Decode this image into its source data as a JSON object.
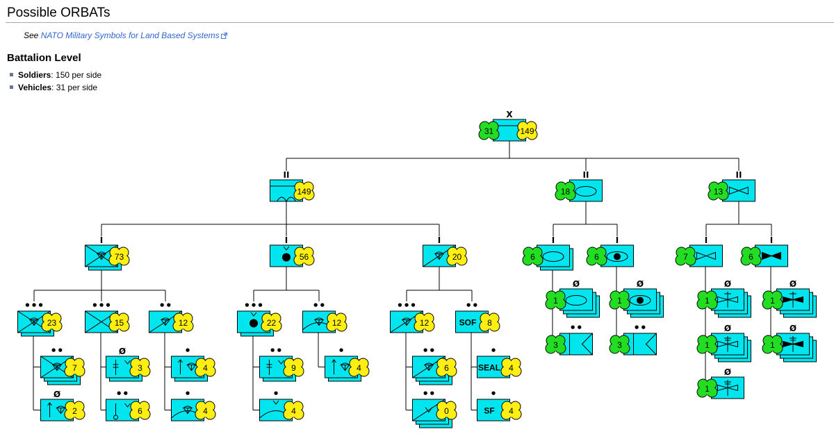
{
  "page": {
    "title": "Possible ORBATs",
    "see_prefix": "See",
    "see_link": "NATO Military Symbols for Land Based Systems",
    "section": "Battalion Level",
    "items": [
      {
        "label": "Soldiers",
        "value": ": 150 per side"
      },
      {
        "label": "Vehicles",
        "value": ": 31 per side"
      }
    ]
  },
  "colors": {
    "unit_fill": "#00e5ee",
    "vehicle_badge": "#22dd22",
    "soldier_badge": "#ffee11",
    "line": "#000000",
    "link": "#3366cc"
  },
  "orbat": {
    "units": [
      {
        "id": "bde",
        "echelon": "X",
        "icon": "plain",
        "stack": 0,
        "veh": "31",
        "sol": "149"
      },
      {
        "id": "btn1",
        "echelon": "II",
        "icon": "airmobile",
        "stack": 0,
        "sol": "149"
      },
      {
        "id": "btn2",
        "echelon": "II",
        "icon": "armor",
        "stack": 0,
        "veh": "18"
      },
      {
        "id": "btn3",
        "echelon": "II",
        "icon": "aviation",
        "stack": 0,
        "veh": "13"
      },
      {
        "id": "co1",
        "echelon": "I",
        "icon": "inf_para",
        "stack": 1,
        "sol": "73"
      },
      {
        "id": "co2",
        "echelon": "I",
        "icon": "dot_para",
        "stack": 0,
        "sol": "56"
      },
      {
        "id": "co3",
        "echelon": "I",
        "icon": "para_slash",
        "stack": 0,
        "sol": "20"
      },
      {
        "id": "co4",
        "echelon": "I",
        "icon": "armor",
        "stack": 1,
        "veh": "6"
      },
      {
        "id": "co5",
        "echelon": "I",
        "icon": "armor_dot",
        "stack": 0,
        "veh": "6"
      },
      {
        "id": "co6",
        "echelon": "I",
        "icon": "aviation",
        "stack": 0,
        "veh": "7"
      },
      {
        "id": "co7",
        "echelon": "I",
        "icon": "aviation_solid",
        "stack": 0,
        "veh": "6"
      },
      {
        "id": "p1",
        "echelon": "•••",
        "icon": "inf_para",
        "stack": 1,
        "sol": "23"
      },
      {
        "id": "p2",
        "echelon": "•••",
        "icon": "inf",
        "stack": 0,
        "sol": "15"
      },
      {
        "id": "p3",
        "echelon": "••",
        "icon": "para_slash",
        "stack": 0,
        "sol": "12"
      },
      {
        "id": "p4",
        "echelon": "•••",
        "icon": "dot_para",
        "stack": 1,
        "sol": "22"
      },
      {
        "id": "p5",
        "echelon": "••",
        "icon": "para_curve",
        "stack": 0,
        "sol": "12"
      },
      {
        "id": "p6",
        "echelon": "•••",
        "icon": "para_slash",
        "stack": 0,
        "sol": "12"
      },
      {
        "id": "p7",
        "echelon": "••",
        "icon": "text",
        "label": "SOF",
        "stack": 0,
        "sol": "8"
      },
      {
        "id": "s1",
        "echelon": "••",
        "icon": "inf_para",
        "stack": 2,
        "sol": "7"
      },
      {
        "id": "s2",
        "echelon": "Ø",
        "icon": "arrow_para",
        "stack": 0,
        "sol": "2"
      },
      {
        "id": "s3",
        "echelon": "Ø",
        "icon": "dagger_v",
        "stack": 1,
        "sol": "3"
      },
      {
        "id": "s4",
        "echelon": "••",
        "icon": "mortar",
        "stack": 0,
        "sol": "6"
      },
      {
        "id": "s5",
        "echelon": "•",
        "icon": "arrow_para",
        "stack": 1,
        "sol": "4"
      },
      {
        "id": "s6",
        "echelon": "•",
        "icon": "para_curve",
        "stack": 0,
        "sol": "4"
      },
      {
        "id": "s7",
        "echelon": "••",
        "icon": "dagger_v",
        "stack": 1,
        "sol": "9"
      },
      {
        "id": "s8",
        "echelon": "•",
        "icon": "curve",
        "stack": 0,
        "sol": "4"
      },
      {
        "id": "s9",
        "echelon": "•",
        "icon": "arrow_para",
        "stack": 1,
        "sol": "4"
      },
      {
        "id": "s10",
        "echelon": "••",
        "icon": "para_slash",
        "stack": 2,
        "sol": "6"
      },
      {
        "id": "s11",
        "echelon": "••",
        "icon": "inf_v",
        "stack": 2,
        "sol": "0"
      },
      {
        "id": "s12",
        "echelon": "•",
        "icon": "text",
        "label": "SEAL",
        "stack": 0,
        "sol": "4"
      },
      {
        "id": "s13",
        "echelon": "•",
        "icon": "text",
        "label": "SF",
        "stack": 0,
        "sol": "4"
      },
      {
        "id": "t1",
        "echelon": "Ø",
        "icon": "armor",
        "stack": 2,
        "veh": "1"
      },
      {
        "id": "t2",
        "echelon": "••",
        "icon": "recon",
        "stack": 0,
        "veh": "3"
      },
      {
        "id": "t3",
        "echelon": "Ø",
        "icon": "armor_dot",
        "stack": 2,
        "veh": "1"
      },
      {
        "id": "t4",
        "echelon": "••",
        "icon": "recon",
        "stack": 0,
        "veh": "3"
      },
      {
        "id": "h1",
        "echelon": "Ø",
        "icon": "rotary",
        "stack": 2,
        "veh": "1"
      },
      {
        "id": "h2",
        "echelon": "Ø",
        "icon": "rotary2",
        "stack": 2,
        "veh": "1"
      },
      {
        "id": "h3",
        "echelon": "Ø",
        "icon": "rotary2",
        "stack": 0,
        "veh": "1"
      },
      {
        "id": "h4",
        "echelon": "Ø",
        "icon": "rotary_solid",
        "stack": 2,
        "veh": "1"
      },
      {
        "id": "h5",
        "echelon": "Ø",
        "icon": "rotary2_solid",
        "stack": 2,
        "veh": "1"
      }
    ]
  }
}
